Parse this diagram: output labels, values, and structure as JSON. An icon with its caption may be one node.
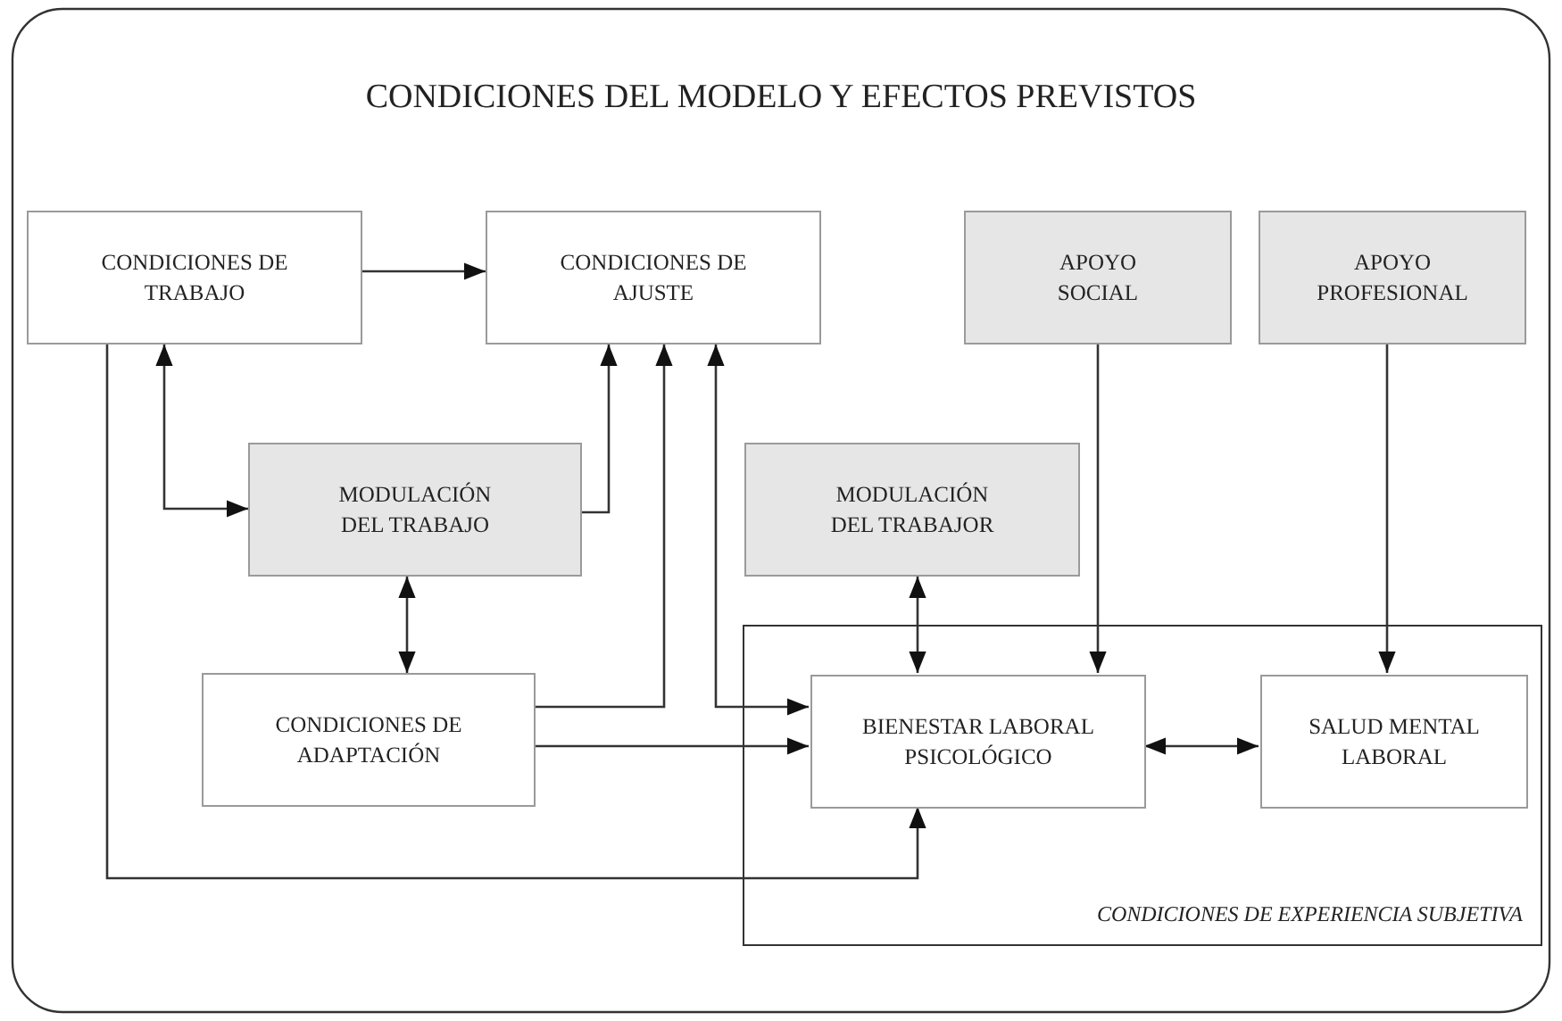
{
  "diagram": {
    "title": "CONDICIONES DEL MODELO Y EFECTOS PREVISTOS",
    "nodes": [
      {
        "text": [
          "CONDICIONES DE TRABAJO"
        ]
      },
      {
        "text": [
          "CONDICIONES DE AJUSTE"
        ]
      },
      {
        "text": [
          "APOYO SOCIAL"
        ]
      },
      {
        "text": [
          "APOYO PROFESIONAL"
        ]
      },
      {
        "text": [
          "MODULACIÓN DEL TRABAJO"
        ]
      },
      {
        "text": [
          "MODULACIÓN DEL TRABAJOR"
        ]
      },
      {
        "text": [
          "CONDICIONES DE EXPERIENCIA SUBJETIVA"
        ]
      },
      {
        "text": [
          "CONDICIONES DE ADAPTACIÓN"
        ]
      },
      {
        "text": [
          "BIENESTAR LABORAL PSICOLÓGICO"
        ],
        "in": 6
      },
      {
        "text": [
          "SALUD MENTAL LABORAL"
        ],
        "in": 6
      }
    ],
    "edges": [
      {
        "from": 0,
        "to": 1,
        "arrow": "to"
      },
      {
        "from": 0,
        "to": 4,
        "arrow": "both"
      },
      {
        "from": 4,
        "to": 1,
        "arrow": "to"
      },
      {
        "from": 4,
        "to": 7,
        "arrow": "both"
      },
      {
        "from": 7,
        "to": 1,
        "arrow": "to"
      },
      {
        "from": 1,
        "to": 8,
        "arrow": "both"
      },
      {
        "from": 7,
        "to": 8,
        "arrow": "to"
      },
      {
        "from": 0,
        "to": 8,
        "arrow": "to"
      },
      {
        "from": 5,
        "to": 8,
        "arrow": "both"
      },
      {
        "from": 2,
        "to": 8,
        "arrow": "to"
      },
      {
        "from": 3,
        "to": 9,
        "arrow": "to"
      },
      {
        "from": 8,
        "to": 9,
        "arrow": "both"
      }
    ]
  }
}
